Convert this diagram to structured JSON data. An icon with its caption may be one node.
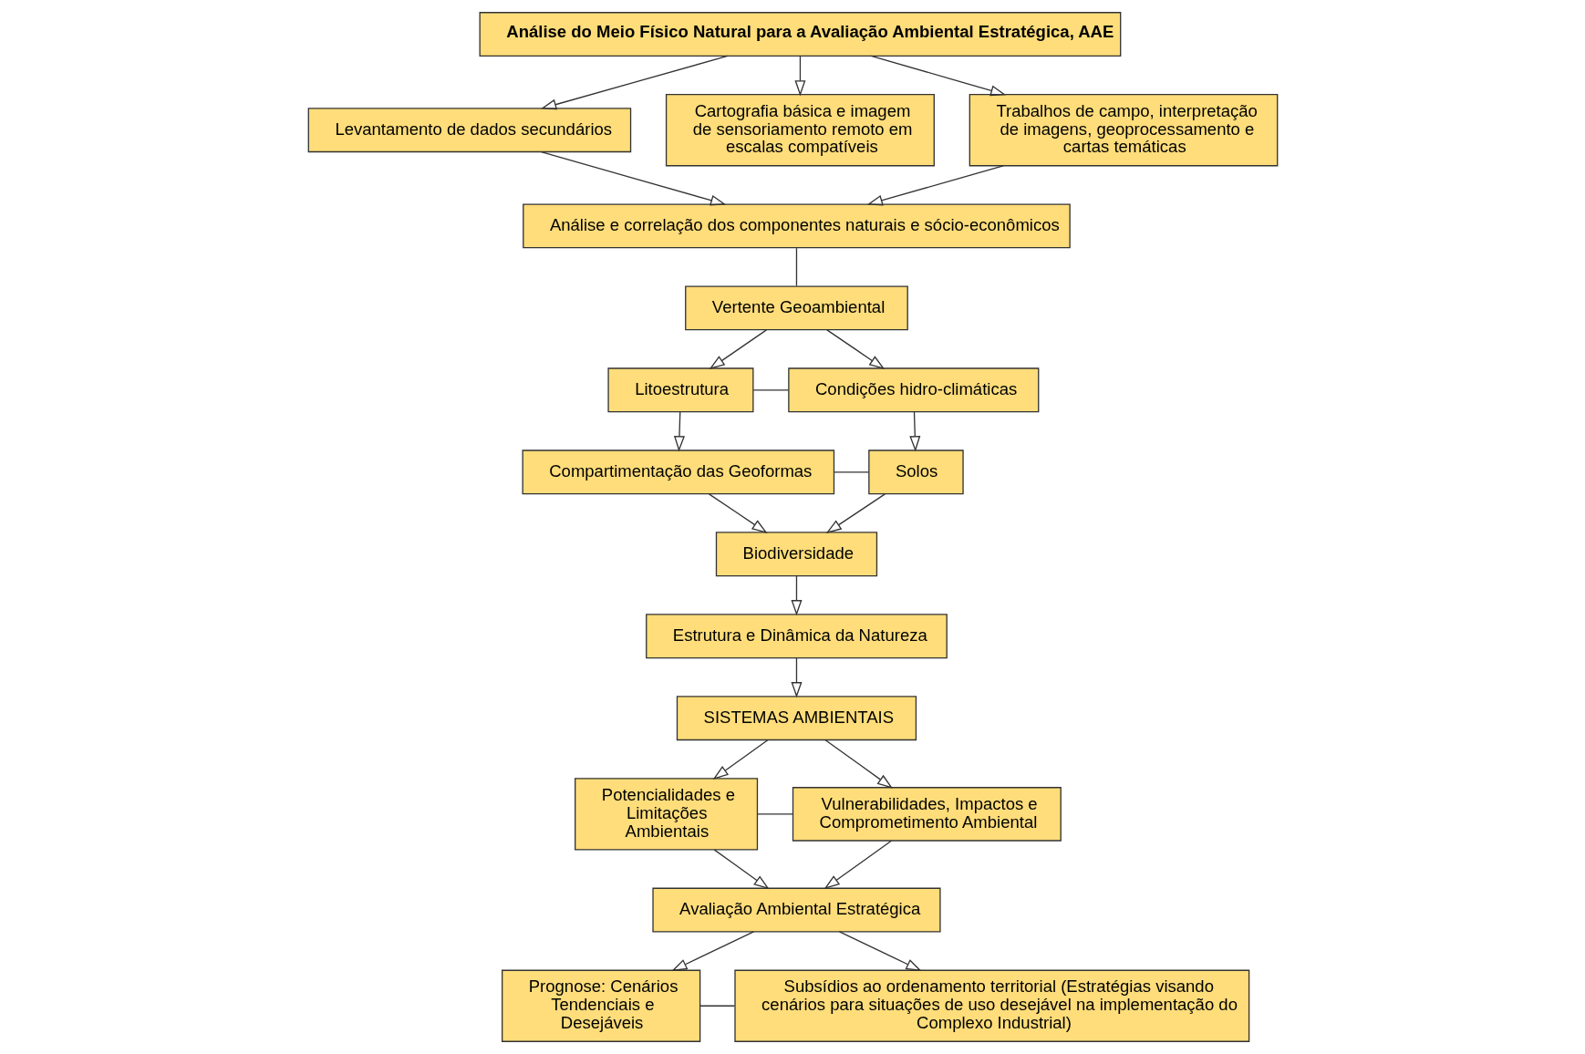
{
  "diagram": {
    "nodes": [
      {
        "text": [
          "Análise do Meio Físico Natural para a Avaliação Ambiental Estratégica, AAE"
        ]
      },
      {
        "text": [
          "Levantamento de dados secundários"
        ]
      },
      {
        "text": [
          "Cartografia básica e imagem de sensoriamento remoto em escalas compatíveis"
        ]
      },
      {
        "text": [
          "Trabalhos de campo, interpretação de imagens, geoprocessamento e cartas temáticas"
        ]
      },
      {
        "text": [
          "Análise e correlação dos componentes naturais e sócio-econômicos"
        ]
      },
      {
        "text": [
          "Vertente Geoambiental"
        ]
      },
      {
        "text": [
          "Litoestrutura"
        ]
      },
      {
        "text": [
          "Condições hidro-climáticas"
        ]
      },
      {
        "text": [
          "Compartimentação das Geoformas"
        ]
      },
      {
        "text": [
          "Solos"
        ]
      },
      {
        "text": [
          "Biodiversidade"
        ]
      },
      {
        "text": [
          "Estrutura e Dinâmica da Natureza"
        ]
      },
      {
        "text": [
          "SISTEMAS AMBIENTAIS"
        ]
      },
      {
        "text": [
          "Potencialidades e Limitações Ambientais"
        ]
      },
      {
        "text": [
          "Vulnerabilidades, Impactos e Comprometimento Ambiental"
        ]
      },
      {
        "text": [
          "Avaliação Ambiental Estratégica"
        ]
      },
      {
        "text": [
          "Prognose: Cenários Tendenciais e Desejáveis"
        ]
      },
      {
        "text": [
          "Subsídios ao ordenamento territorial (Estratégias visando cenários para situações de uso desejável na implementação do Complexo Industrial)"
        ]
      }
    ],
    "edges": [
      {
        "from": 0,
        "to": 1,
        "arrow": "to"
      },
      {
        "from": 0,
        "to": 2,
        "arrow": "to"
      },
      {
        "from": 0,
        "to": 3,
        "arrow": "to"
      },
      {
        "from": 1,
        "to": 4,
        "arrow": "to"
      },
      {
        "from": 3,
        "to": 4,
        "arrow": "to"
      },
      {
        "from": 4,
        "to": 5,
        "arrow": "none"
      },
      {
        "from": 5,
        "to": 6,
        "arrow": "to"
      },
      {
        "from": 5,
        "to": 7,
        "arrow": "to"
      },
      {
        "from": 6,
        "to": 7,
        "arrow": "none"
      },
      {
        "from": 6,
        "to": 8,
        "arrow": "to"
      },
      {
        "from": 7,
        "to": 9,
        "arrow": "to"
      },
      {
        "from": 8,
        "to": 9,
        "arrow": "none"
      },
      {
        "from": 8,
        "to": 10,
        "arrow": "to"
      },
      {
        "from": 9,
        "to": 10,
        "arrow": "to"
      },
      {
        "from": 10,
        "to": 11,
        "arrow": "to"
      },
      {
        "from": 11,
        "to": 12,
        "arrow": "to"
      },
      {
        "from": 12,
        "to": 13,
        "arrow": "to"
      },
      {
        "from": 12,
        "to": 14,
        "arrow": "to"
      },
      {
        "from": 13,
        "to": 14,
        "arrow": "none"
      },
      {
        "from": 13,
        "to": 15,
        "arrow": "to"
      },
      {
        "from": 14,
        "to": 15,
        "arrow": "to"
      },
      {
        "from": 15,
        "to": 16,
        "arrow": "to"
      },
      {
        "from": 15,
        "to": 17,
        "arrow": "to"
      },
      {
        "from": 16,
        "to": 17,
        "arrow": "none"
      }
    ]
  }
}
